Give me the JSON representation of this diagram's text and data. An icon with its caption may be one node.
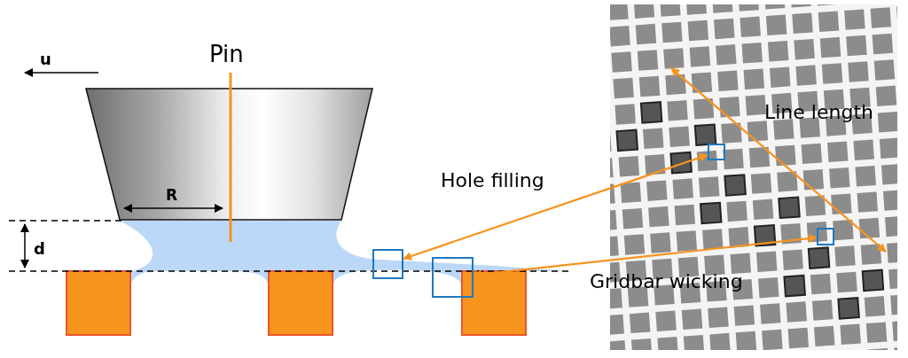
{
  "diagram": {
    "nodes": [
      {
        "text": [],
        "shape": "box"
      },
      {
        "text": [],
        "shape": "box"
      },
      {
        "text": [],
        "shape": "box"
      },
      {
        "text": [],
        "shape": "box"
      }
    ],
    "edges": [
      {
        "from": 0,
        "to": 2,
        "arrow": "both",
        "label": "Hole filling"
      },
      {
        "from": 1,
        "to": 3,
        "arrow": "both",
        "label": "Gridbar wicking"
      }
    ],
    "labels": [
      "Pin",
      "u",
      "R",
      "d",
      "Line length"
    ]
  }
}
